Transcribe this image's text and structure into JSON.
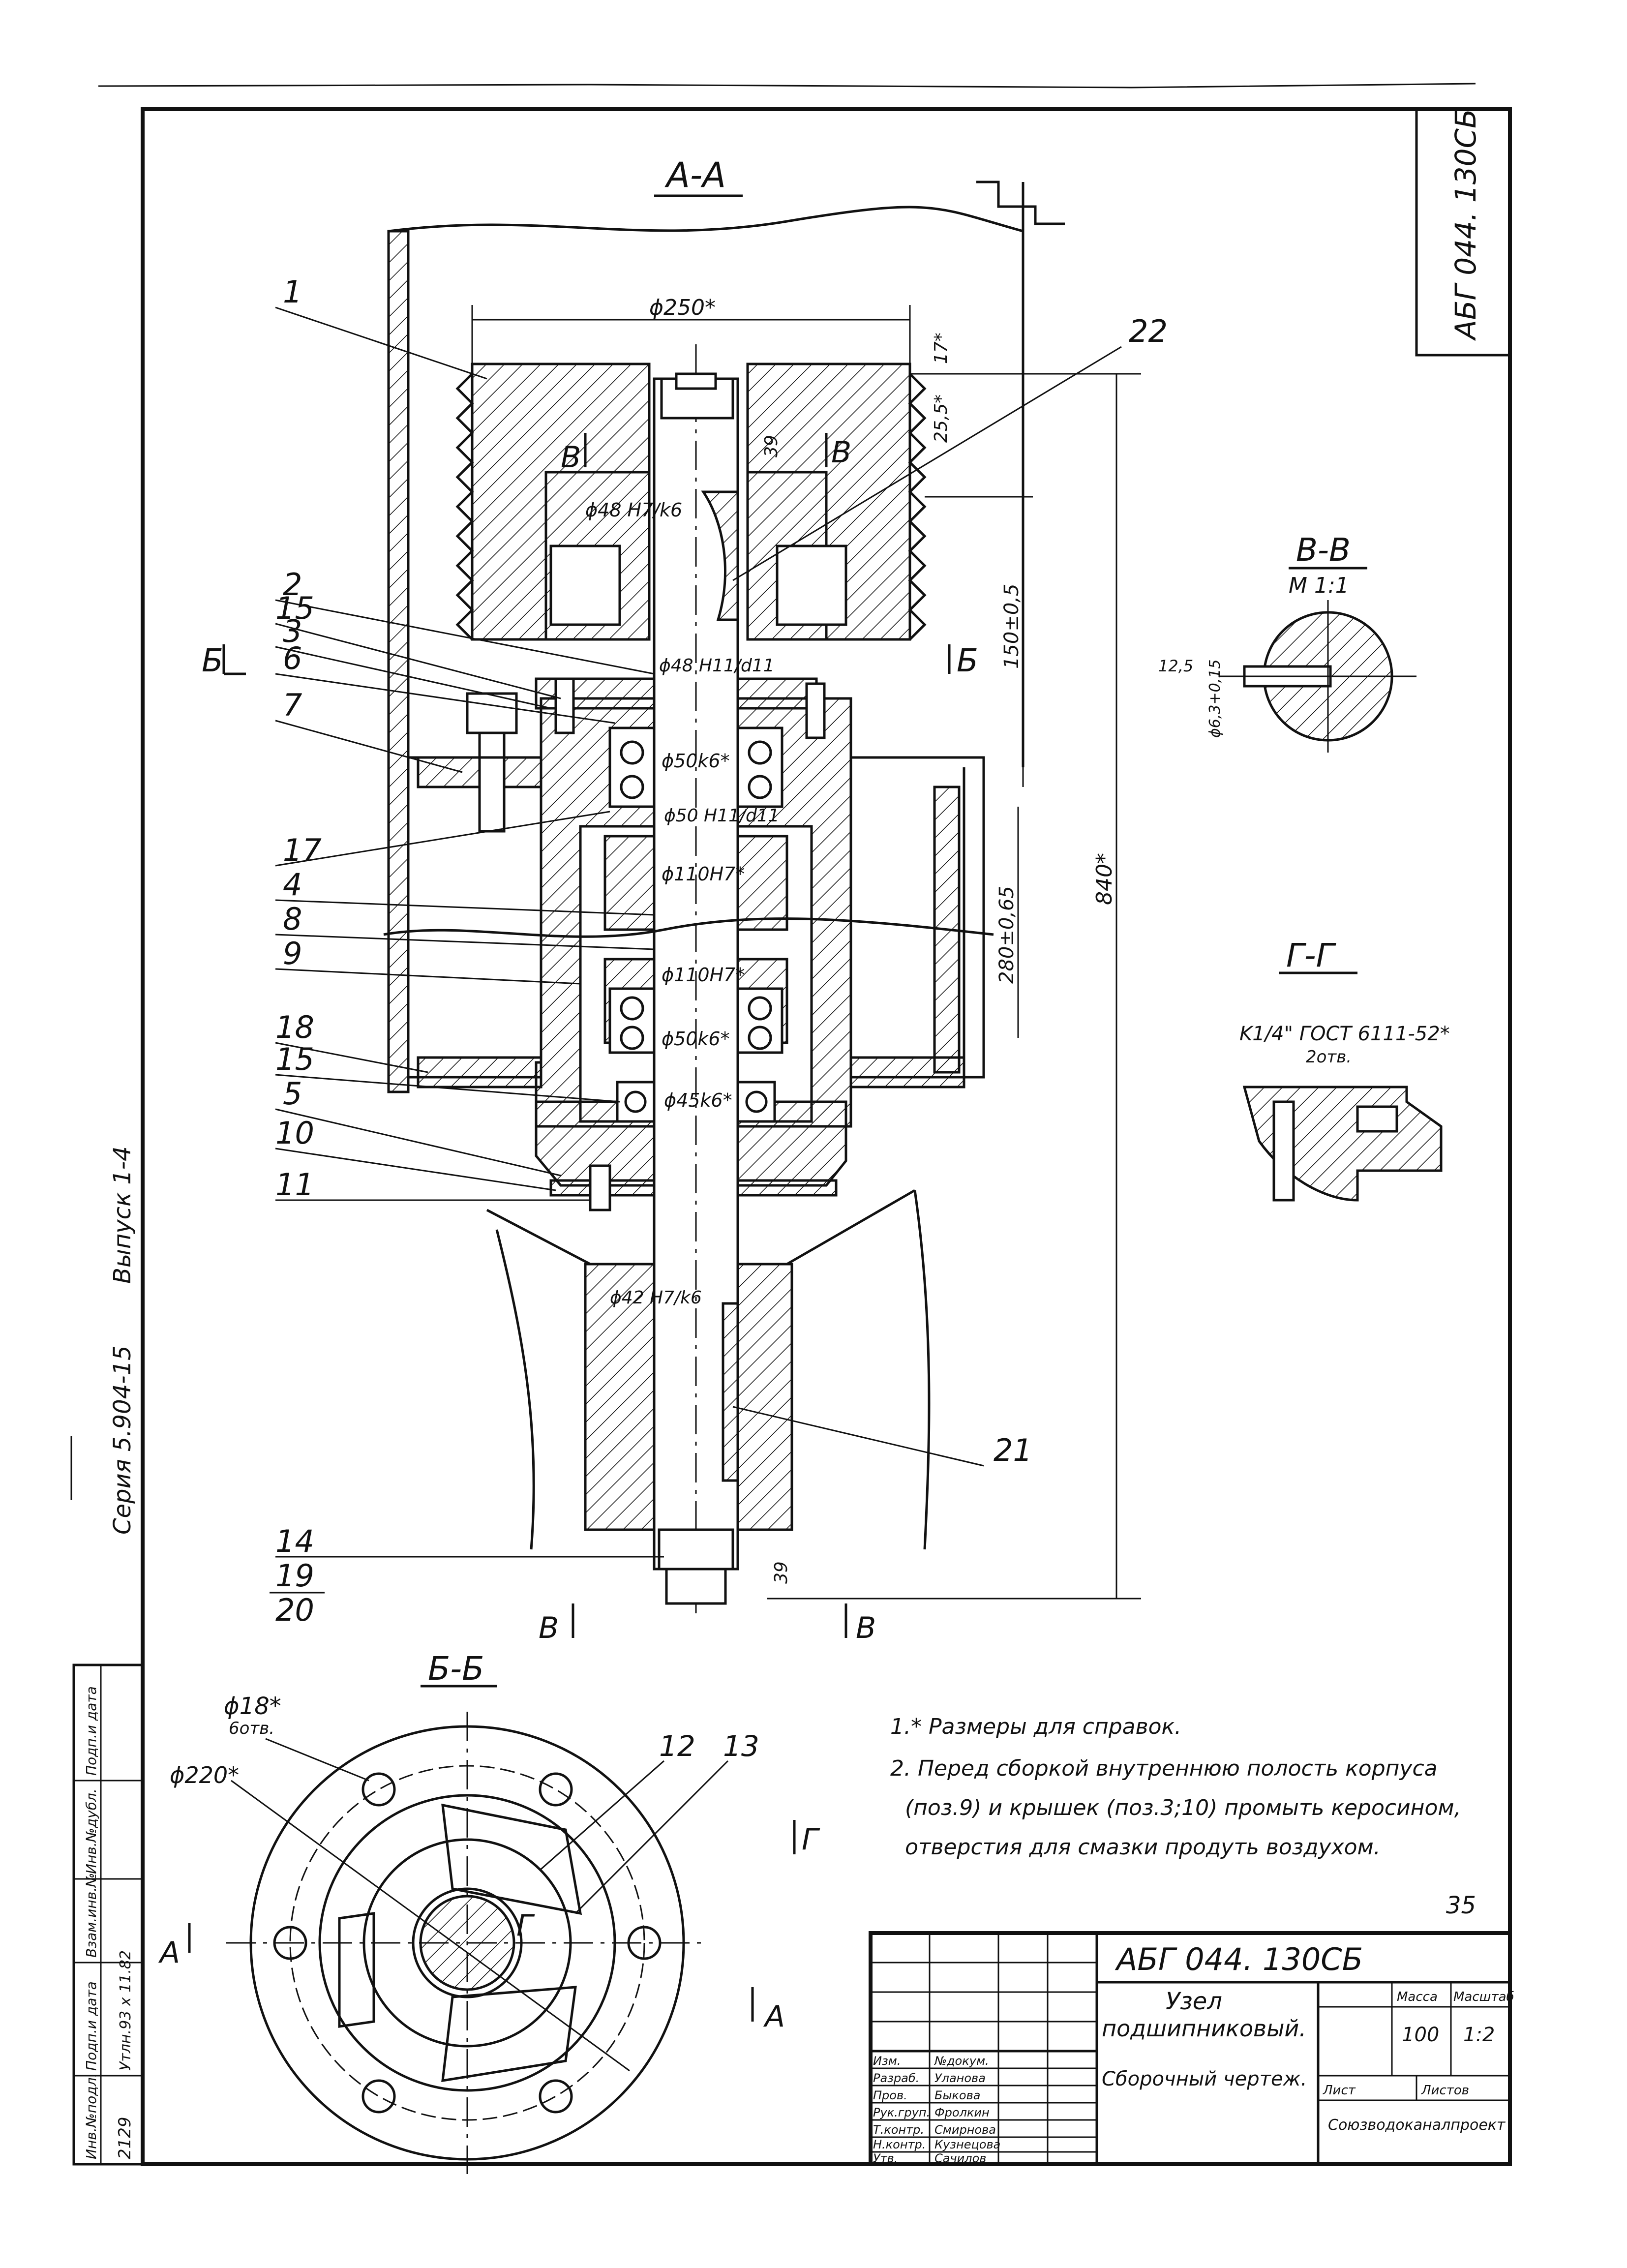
{
  "stamp_code": "АБГ 044. 130СБ",
  "sections": {
    "aa": "А-А",
    "bb": "Б-Б",
    "vv": "В-В",
    "vv_scale": "М 1:1",
    "gg": "Г-Г"
  },
  "cut_marks": {
    "b": "Б",
    "v": "В",
    "a": "А",
    "g": "Г"
  },
  "positions": [
    "1",
    "22",
    "2",
    "15",
    "3",
    "6",
    "7",
    "17",
    "4",
    "8",
    "9",
    "18",
    "15",
    "5",
    "10",
    "11",
    "21",
    "14",
    "19",
    "20",
    "12",
    "13"
  ],
  "dimensions": {
    "d250": "ϕ250*",
    "d17": "17*",
    "d25": "25,5*",
    "d39_top": "39",
    "d48_h7k6": "ϕ48 H7/k6",
    "d48_h11d11": "ϕ48 H11/d11",
    "d150": "150±0,5",
    "d50k6_top": "ϕ50k6*",
    "d50_h11d11": "ϕ50 H11/d11",
    "d110_top": "ϕ110H7*",
    "d110_bot": "ϕ110H7*",
    "d280": "280±0,65",
    "d840": "840*",
    "d50k6_bot": "ϕ50k6*",
    "d45k6": "ϕ45k6*",
    "d42": "ϕ42 H7/k6",
    "d39_bot": "39",
    "d12_5": "12,5",
    "d6_3": "ϕ6,3+0,15",
    "d18": "ϕ18*",
    "d18_holes": "6отв.",
    "d220": "ϕ220*",
    "gg_thread": "K1/4\" ГОСТ 6111-52*",
    "gg_holes": "2отв."
  },
  "notes": [
    "1.* Размеры для справок.",
    "2. Перед сборкой внутреннюю полость корпуса",
    "(поз.9) и крышек (поз.3;10) промыть керосином,",
    "отверстия для смазки продуть воздухом."
  ],
  "side_text": {
    "series": "Серия 5.904-15",
    "issue": "Выпуск 1-4",
    "inv": "2129",
    "signature_date": "Утлн.93 х 11.82"
  },
  "left_stamp_headers": [
    "Инв.№подл.",
    "Подп.и дата",
    "Взам.инв.№",
    "Инв.№дубл.",
    "Подп.и дата"
  ],
  "page_number": "35",
  "title_block": {
    "code": "АБГ 044. 130СБ",
    "name_line1": "Узел",
    "name_line2": "подшипниковый.",
    "name_line3": "Сборочный чертеж.",
    "roles": [
      "Изм.",
      "Разраб.",
      "Пров.",
      "Рук.груп.",
      "Т.контр.",
      "Н.контр.",
      "Утв."
    ],
    "names": [
      "№докум.",
      "Уланова",
      "Быкова",
      "Фролкин",
      "Смирнова",
      "Кузнецова",
      "Сачилов"
    ],
    "mass_label": "Масса",
    "scale_label": "Масштаб",
    "scale": "1:2",
    "mass": "100",
    "sheet_label": "Лист",
    "sheets_label": "Листов",
    "org": "Союзводоканалпроект"
  }
}
